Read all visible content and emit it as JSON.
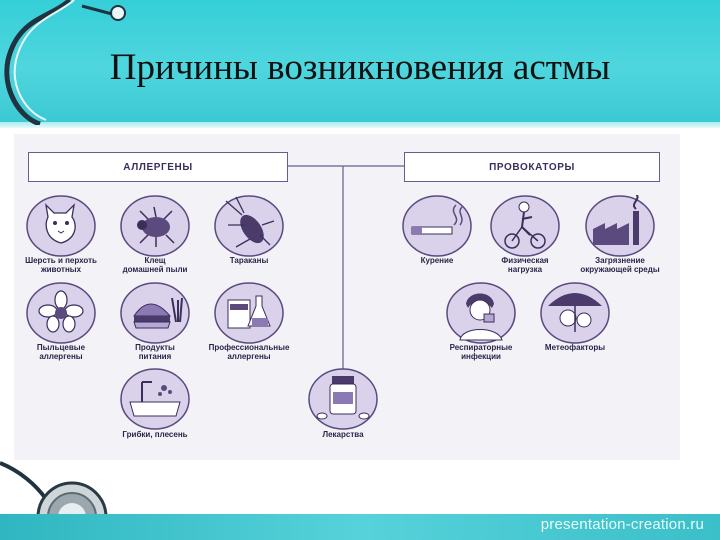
{
  "slide": {
    "title": "Причины возникновения астмы",
    "watermark": "presentation-creation.ru"
  },
  "diagram": {
    "categories": [
      {
        "label": "АЛЛЕРГЕНЫ"
      },
      {
        "label": "ПРОВОКАТОРЫ"
      }
    ],
    "allergens": [
      {
        "label": "Шерсть и перхоть\nживотных",
        "icon": "cat-icon"
      },
      {
        "label": "Клещ\nдомашней пыли",
        "icon": "dust-mite-icon"
      },
      {
        "label": "Тараканы",
        "icon": "cockroach-icon"
      },
      {
        "label": "Пыльцевые\nаллергены",
        "icon": "flower-pollen-icon"
      },
      {
        "label": "Продукты\nпитания",
        "icon": "food-icon"
      },
      {
        "label": "Профессиональные\nаллергены",
        "icon": "workplace-chemicals-icon"
      },
      {
        "label": "Грибки, плесень",
        "icon": "mold-bathroom-icon"
      }
    ],
    "center": {
      "label": "Лекарства",
      "icon": "medicine-jar-icon"
    },
    "provokers": [
      {
        "label": "Курение",
        "icon": "smoking-icon"
      },
      {
        "label": "Физическая\nнагрузка",
        "icon": "exercise-bike-icon"
      },
      {
        "label": "Загрязнение\nокружающей среды",
        "icon": "factory-pollution-icon"
      },
      {
        "label": "Респираторные\nинфекции",
        "icon": "sick-person-icon"
      },
      {
        "label": "Метеофакторы",
        "icon": "weather-umbrella-icon"
      }
    ]
  },
  "colors": {
    "header": "#35cfd8",
    "diagram_ink": "#5a4a7e",
    "icon_fill": "#d9d2ea",
    "panel": "#f3f2f7"
  }
}
